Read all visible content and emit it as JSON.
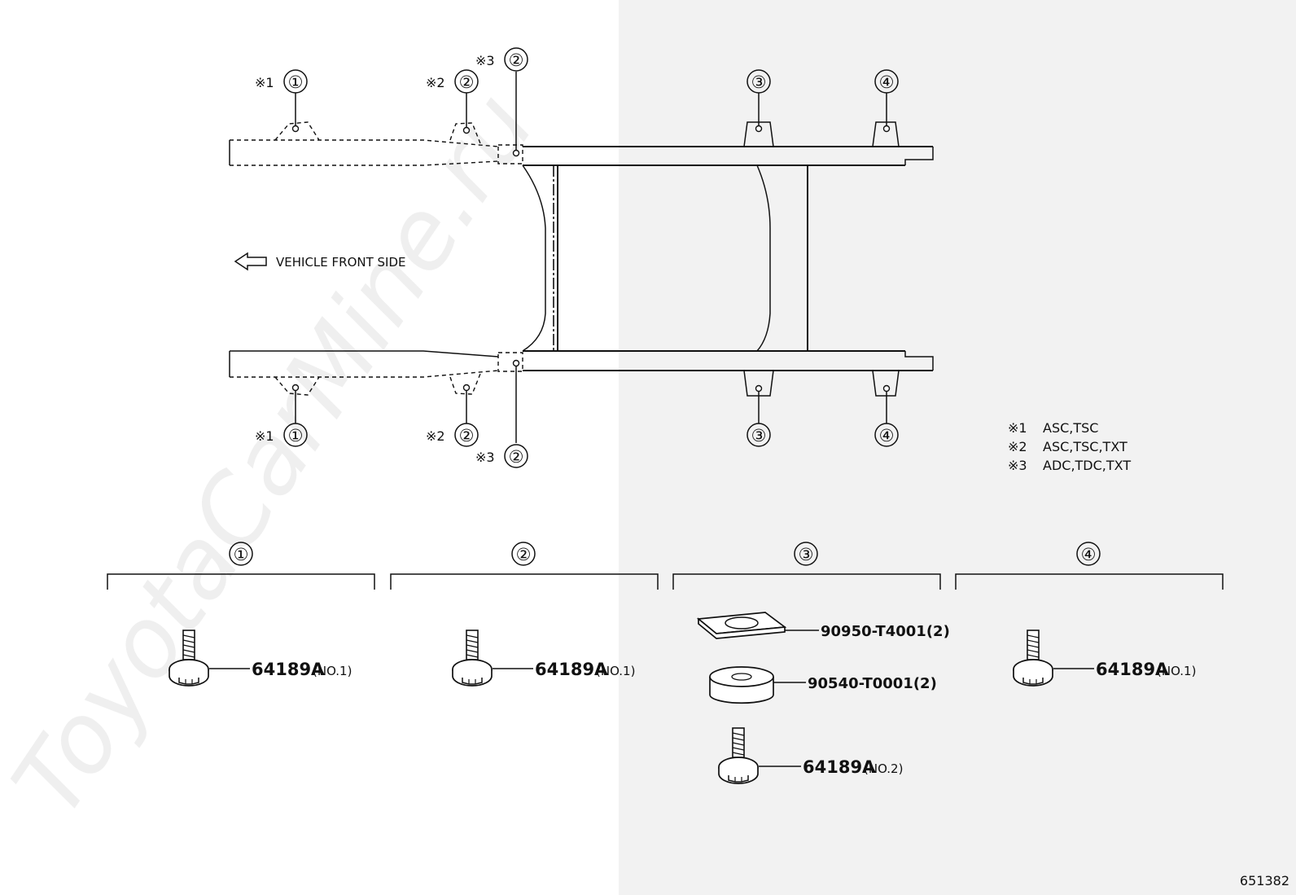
{
  "watermark": "ToyotaCarMine.ru",
  "direction_label": "VEHICLE FRONT SIDE",
  "note_mark": "※",
  "frame_callouts": {
    "top": [
      {
        "num": "①",
        "note": "※1"
      },
      {
        "num": "②",
        "note": "※2"
      },
      {
        "num": "②",
        "note": "※3"
      },
      {
        "num": "③",
        "note": ""
      },
      {
        "num": "④",
        "note": ""
      }
    ],
    "bottom": [
      {
        "num": "①",
        "note": "※1"
      },
      {
        "num": "②",
        "note": "※2"
      },
      {
        "num": "②",
        "note": "※3"
      },
      {
        "num": "③",
        "note": ""
      },
      {
        "num": "④",
        "note": ""
      }
    ]
  },
  "legend": [
    {
      "mark": "※1",
      "text": "ASC,TSC"
    },
    {
      "mark": "※2",
      "text": "ASC,TSC,TXT"
    },
    {
      "mark": "※3",
      "text": "ADC,TDC,TXT"
    }
  ],
  "groups": [
    {
      "num": "①",
      "parts": [
        {
          "part": "64189A",
          "qty": "(NO.1)"
        }
      ]
    },
    {
      "num": "②",
      "parts": [
        {
          "part": "64189A",
          "qty": "(NO.1)"
        }
      ]
    },
    {
      "num": "③",
      "parts": [
        {
          "part": "90950-T4001(2)",
          "qty": ""
        },
        {
          "part": "90540-T0001(2)",
          "qty": ""
        },
        {
          "part": "64189A",
          "qty": "(NO.2)"
        }
      ]
    },
    {
      "num": "④",
      "parts": [
        {
          "part": "64189A",
          "qty": "(NO.1)"
        }
      ]
    }
  ],
  "figure_id": "651382",
  "colors": {
    "ink": "#111111",
    "shade": "#f2f2f2",
    "paper": "#ffffff"
  },
  "icons": [
    "front-arrow-icon",
    "bolt-icon",
    "square-washer-icon",
    "round-cushion-icon"
  ]
}
